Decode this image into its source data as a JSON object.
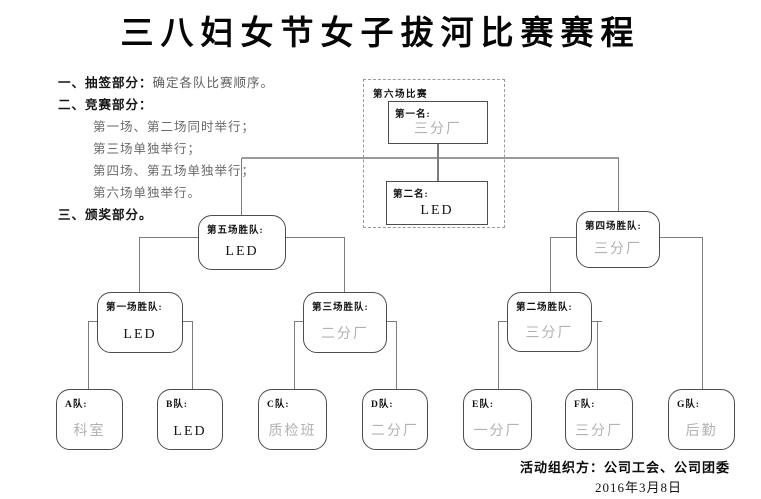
{
  "title": "三八妇女节女子拔河比赛赛程",
  "notes": {
    "item1_label": "一、抽签部分：",
    "item1_text": "确定各队比赛顺序。",
    "item2_label": "二、竞赛部分：",
    "item2_lines": [
      "第一场、第二场同时举行；",
      "第三场单独举行；",
      "第四场、第五场单独举行；",
      "第六场单独举行。"
    ],
    "item3_label": "三、颁奖部分。"
  },
  "bracket": {
    "final_group_label": "第六场比赛",
    "first_place": {
      "label": "第一名:",
      "team": "三分厂",
      "color": "#b2b2b2"
    },
    "second_place": {
      "label": "第二名:",
      "team": "LED",
      "color": "#141414"
    },
    "match5_winner": {
      "label": "第五场胜队:",
      "team": "LED",
      "color": "#141414"
    },
    "match4_winner": {
      "label": "第四场胜队:",
      "team": "三分厂",
      "color": "#b2b2b2"
    },
    "match1_winner": {
      "label": "第一场胜队:",
      "team": "LED",
      "color": "#141414"
    },
    "match3_winner": {
      "label": "第三场胜队:",
      "team": "二分厂",
      "color": "#b2b2b2"
    },
    "match2_winner": {
      "label": "第二场胜队:",
      "team": "三分厂",
      "color": "#b2b2b2"
    },
    "teams": [
      {
        "label": "A队:",
        "name": "科室",
        "color": "#b2b2b2"
      },
      {
        "label": "B队:",
        "name": "LED",
        "color": "#141414"
      },
      {
        "label": "C队:",
        "name": "质检班",
        "color": "#b2b2b2"
      },
      {
        "label": "D队:",
        "name": "二分厂",
        "color": "#b2b2b2"
      },
      {
        "label": "E队:",
        "name": "一分厂",
        "color": "#b2b2b2"
      },
      {
        "label": "F队:",
        "name": "三分厂",
        "color": "#b2b2b2"
      },
      {
        "label": "G队:",
        "name": "后勤",
        "color": "#b2b2b2"
      }
    ]
  },
  "footer": {
    "organizer_label": "活动组织方：",
    "organizer": "公司工会、公司团委",
    "date": "2016年3月8日"
  },
  "colors": {
    "line": "#7d7d7d",
    "muted_team": "#b2b2b2",
    "text": "#1a1a1a"
  }
}
